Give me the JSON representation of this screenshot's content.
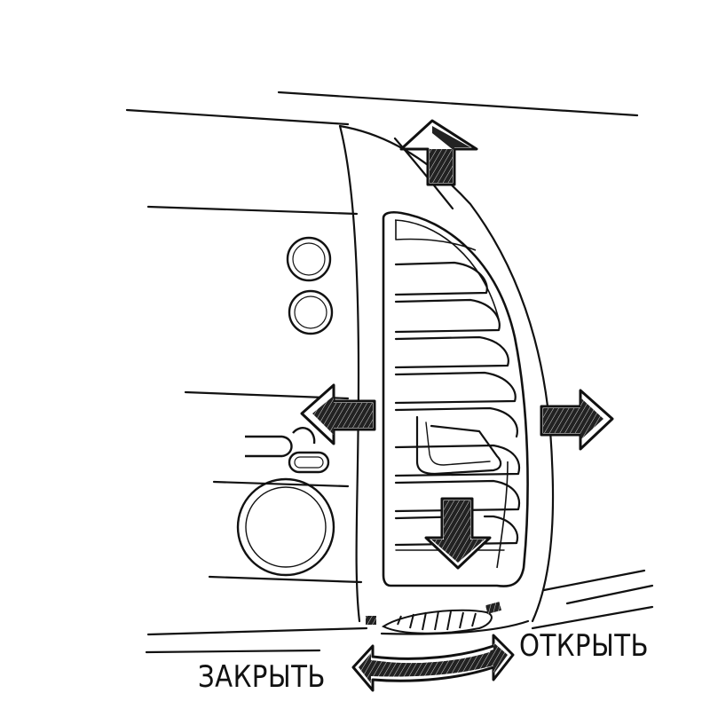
{
  "diagram": {
    "labels": {
      "open": "ОТКРЫТЬ",
      "close": "ЗАКРЫТЬ"
    },
    "arrows": [
      "up",
      "left",
      "right",
      "down"
    ],
    "stroke_color": "#111111",
    "background": "#ffffff"
  }
}
